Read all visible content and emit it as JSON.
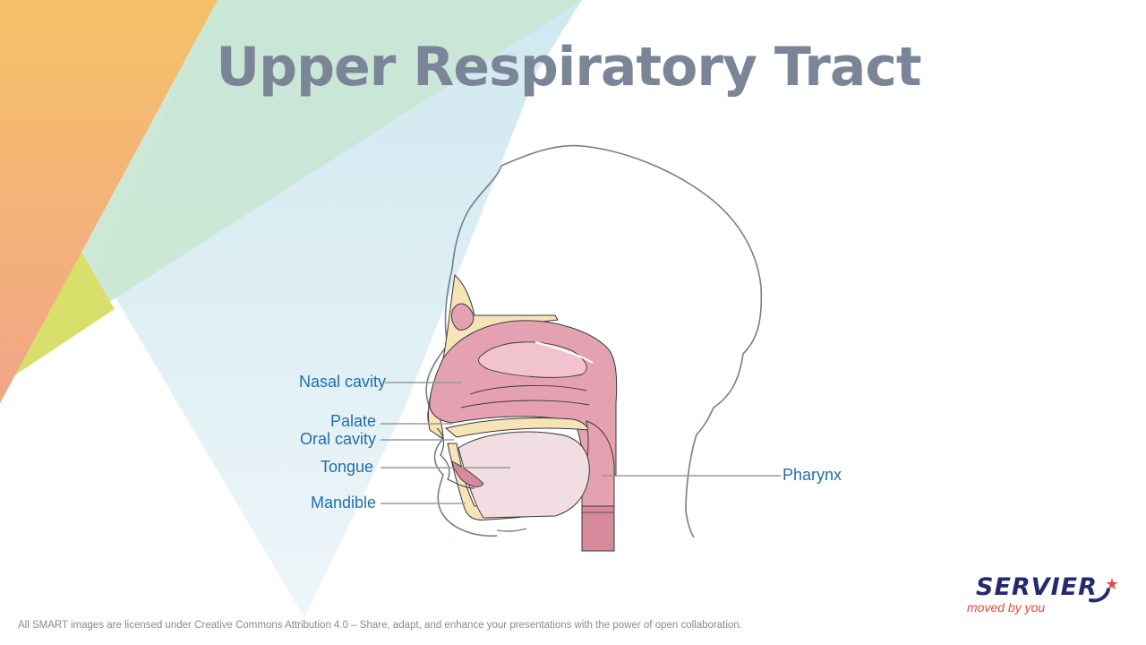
{
  "slide": {
    "title": "Upper Respiratory Tract"
  },
  "labels": {
    "nasal_cavity": "Nasal cavity",
    "palate": "Palate",
    "oral_cavity": "Oral cavity",
    "tongue": "Tongue",
    "mandible": "Mandible",
    "pharynx": "Pharynx"
  },
  "footer": {
    "license": "All SMART images are licensed under Creative Commons Attribution 4.0 – Share, adapt, and enhance your presentations with the power of open collaboration."
  },
  "logo": {
    "brand": "SERVIER",
    "tagline": "moved by you"
  },
  "colors": {
    "title": "#7a8597",
    "label": "#1f6fb0",
    "leader_line": "#9a9a9a",
    "tissue_pink": "#e3a1b1",
    "bone_cream": "#f7e3b8",
    "brand_navy": "#232a72",
    "brand_red": "#e34b3b"
  }
}
